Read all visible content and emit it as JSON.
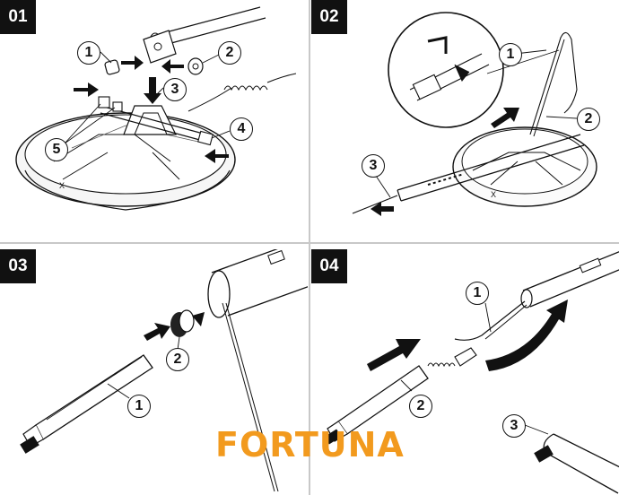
{
  "panels": [
    {
      "step": "01",
      "callouts": [
        "1",
        "2",
        "3",
        "4",
        "5"
      ]
    },
    {
      "step": "02",
      "callouts": [
        "1",
        "2",
        "3"
      ]
    },
    {
      "step": "03",
      "callouts": [
        "1",
        "2"
      ]
    },
    {
      "step": "04",
      "callouts": [
        "1",
        "2",
        "3"
      ]
    }
  ],
  "logo": {
    "text": "FORTUNA",
    "color": "#f29a1e"
  },
  "colors": {
    "line": "#111111",
    "divider": "#c8c8c8",
    "background": "#ffffff"
  }
}
